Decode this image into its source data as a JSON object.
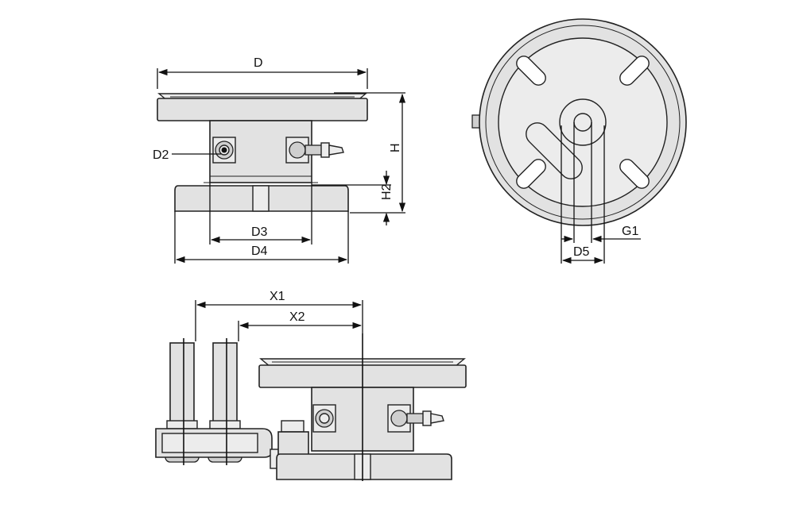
{
  "labels": {
    "D": "D",
    "D2": "D2",
    "H": "H",
    "H2": "H2",
    "D3": "D3",
    "D4": "D4",
    "G1": "G1",
    "D5": "D5",
    "X1": "X1",
    "X2": "X2"
  },
  "colors": {
    "body": "#e2e2e2",
    "line": "#222222"
  }
}
